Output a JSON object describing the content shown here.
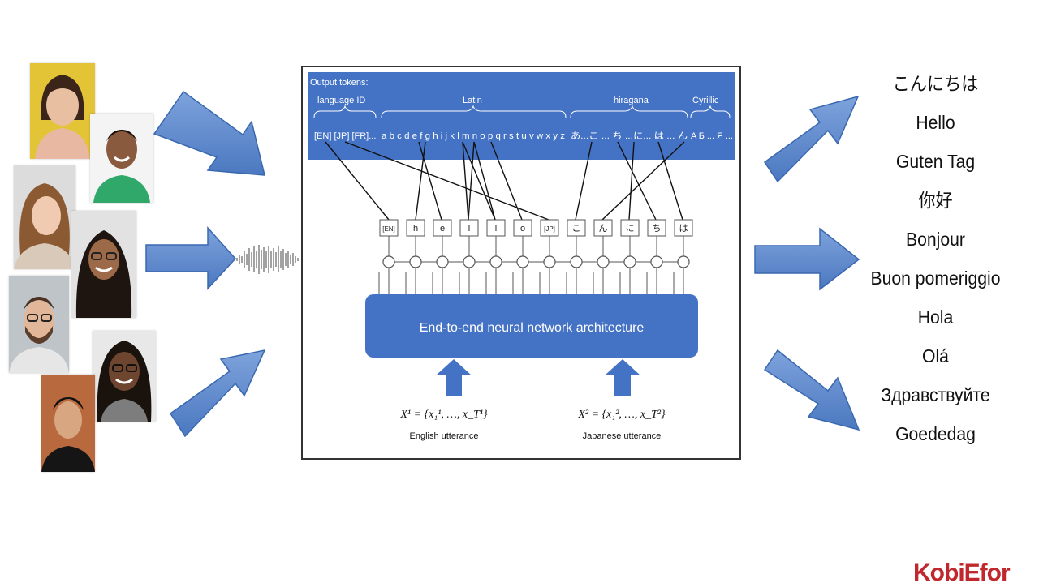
{
  "colors": {
    "arrow_fill": "#5b86c9",
    "arrow_stroke": "#3a68b0",
    "panel_blue": "#4472c4",
    "box_stroke": "#555555",
    "logo_red": "#c0282d"
  },
  "diagram": {
    "output_tokens_label": "Output tokens:",
    "group_labels": {
      "language_id": "language ID",
      "latin": "Latin",
      "hiragana": "hiragana",
      "cyrillic": "Cyrillic"
    },
    "token_row": {
      "language_ids": "[EN] [JP] [FR]...",
      "latin": "a b c d e f g h i j k l m n o p q r s t u v w x y z",
      "hiragana": "あ...こ ... ち ...に... は ... ん",
      "cyrillic": "A Б ... Я ..."
    },
    "sequence_tokens": [
      "[EN]",
      "h",
      "e",
      "l",
      "l",
      "o",
      "[JP]",
      "こ",
      "ん",
      "に",
      "ち",
      "は"
    ],
    "network_label": "End-to-end neural network architecture",
    "inputs": [
      {
        "formula": "X¹ = {x₁¹, …, x_T¹}",
        "caption": "English utterance"
      },
      {
        "formula": "X² = {x₁², …, x_T²}",
        "caption": "Japanese utterance"
      }
    ]
  },
  "greetings": [
    "こんにちは",
    "Hello",
    "Guten Tag",
    "你好",
    "Bonjour",
    "Buon pomeriggio",
    "Hola",
    "Olá",
    "Здравствуйте",
    "Goededag"
  ],
  "logo_text": "KobiEfor",
  "faces": [
    {
      "name": "woman-yellow-background"
    },
    {
      "name": "man-green-shirt"
    },
    {
      "name": "woman-long-hair"
    },
    {
      "name": "woman-glasses-smiling"
    },
    {
      "name": "man-beard-glasses"
    },
    {
      "name": "woman-curly-hair-glasses"
    },
    {
      "name": "young-man-black-shirt"
    }
  ]
}
